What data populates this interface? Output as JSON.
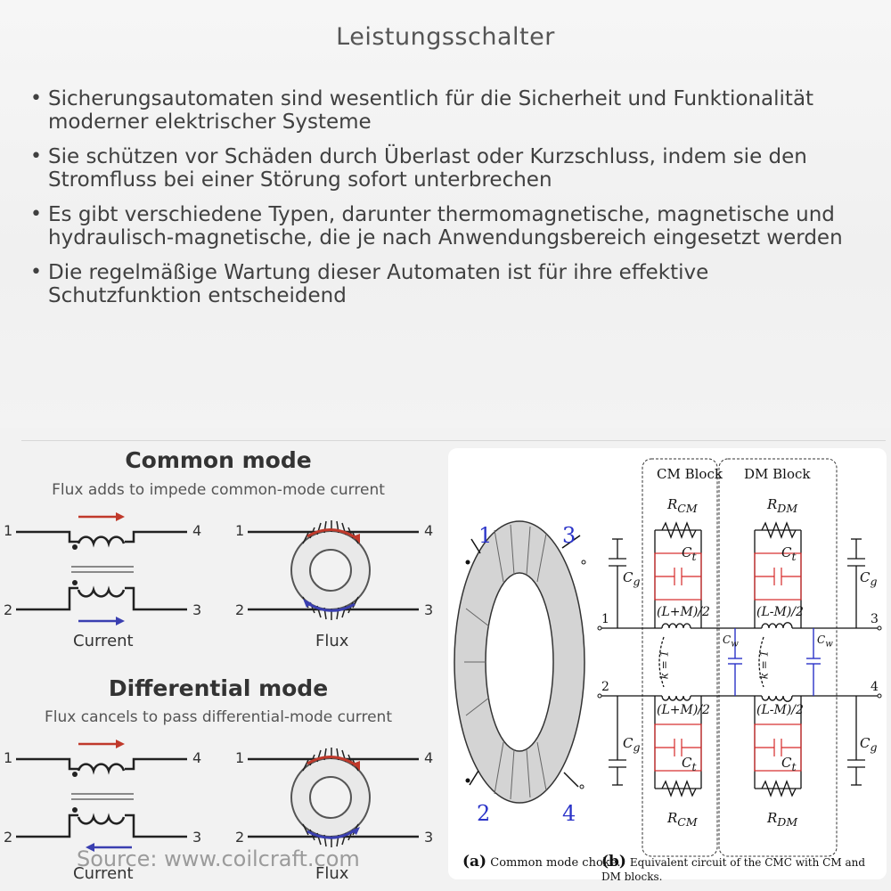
{
  "page": {
    "title": "Leistungsschalter",
    "bullets": [
      "Sicherungsautomaten sind wesentlich für die Sicherheit und Funktionalität moderner elektrischer Systeme",
      "Sie schützen vor Schäden durch Überlast oder Kurzschluss, indem sie den Stromfluss bei einer Störung sofort unterbrechen",
      "Es gibt verschiedene Typen, darunter thermomagnetische, magnetische und hydraulisch-magnetische, die je nach Anwendungsbereich eingesetzt werden",
      "Die regelmäßige Wartung dieser Automaten ist für ihre effektive Schutzfunktion entscheidend"
    ]
  },
  "left_figure": {
    "common": {
      "title": "Common mode",
      "subtitle": "Flux adds to impede common-mode current",
      "current_label": "Current",
      "flux_label": "Flux"
    },
    "differential": {
      "title": "Differential mode",
      "subtitle": "Flux cancels to pass differential-mode current",
      "current_label": "Current",
      "flux_label": "Flux"
    },
    "pins": [
      "1",
      "2",
      "3",
      "4"
    ],
    "source": "Source: www.coilcraft.com",
    "colors": {
      "red_arrow": "#c0392b",
      "blue_arrow": "#3a3fb0"
    }
  },
  "right_figure": {
    "choke_terminals": [
      "1",
      "2",
      "3",
      "4"
    ],
    "cm_block": "CM Block",
    "dm_block": "DM Block",
    "r_cm": "R",
    "r_cm_sub": "CM",
    "r_dm": "R",
    "r_dm_sub": "DM",
    "c_t": "C",
    "c_t_sub": "t",
    "c_g": "C",
    "c_g_sub": "g",
    "c_w": "C",
    "c_w_sub": "w",
    "l_plus_m": "(L+M)/2",
    "l_minus_m": "(L-M)/2",
    "k_label": "k = 1",
    "circuit_terminals": [
      "1",
      "2",
      "3",
      "4"
    ],
    "caption_a_letter": "(a)",
    "caption_a": "Common mode choke.",
    "caption_b_letter": "(b)",
    "caption_b": "Equivalent circuit of the CMC with CM and DM blocks.",
    "colors": {
      "red": "#d62828",
      "blue": "#2a33c8",
      "wire": "#111111"
    }
  }
}
